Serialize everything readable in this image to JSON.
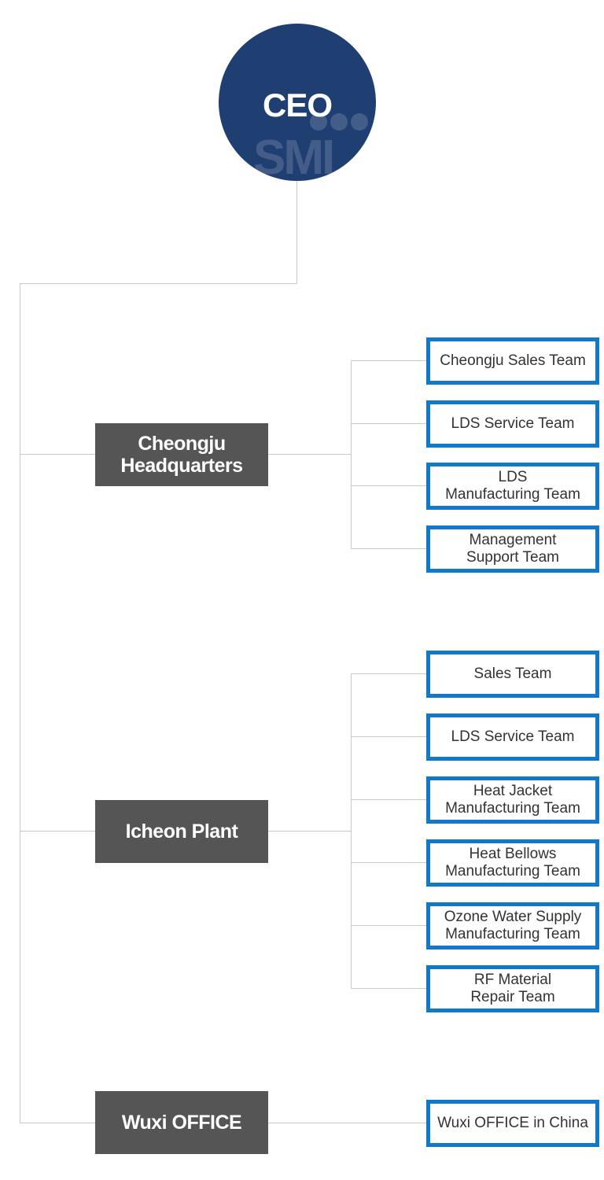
{
  "ceo": {
    "label": "CEO",
    "logo_text": "SMI"
  },
  "colors": {
    "ceo": "#1f3f72",
    "division": "#555555",
    "team_border": "#1278c8",
    "line": "#c8c8c8"
  },
  "divisions": [
    {
      "name": "Cheongju\nHeadquarters",
      "teams": [
        "Cheongju Sales Team",
        "LDS Service Team",
        "LDS\nManufacturing Team",
        "Management\nSupport Team"
      ]
    },
    {
      "name": "Icheon Plant",
      "teams": [
        "Sales Team",
        "LDS Service Team",
        "Heat Jacket\nManufacturing Team",
        "Heat Bellows\nManufacturing Team",
        "Ozone Water Supply\nManufacturing Team",
        "RF Material\nRepair Team"
      ]
    },
    {
      "name": "Wuxi OFFICE",
      "teams": [
        "Wuxi OFFICE in China"
      ]
    }
  ]
}
